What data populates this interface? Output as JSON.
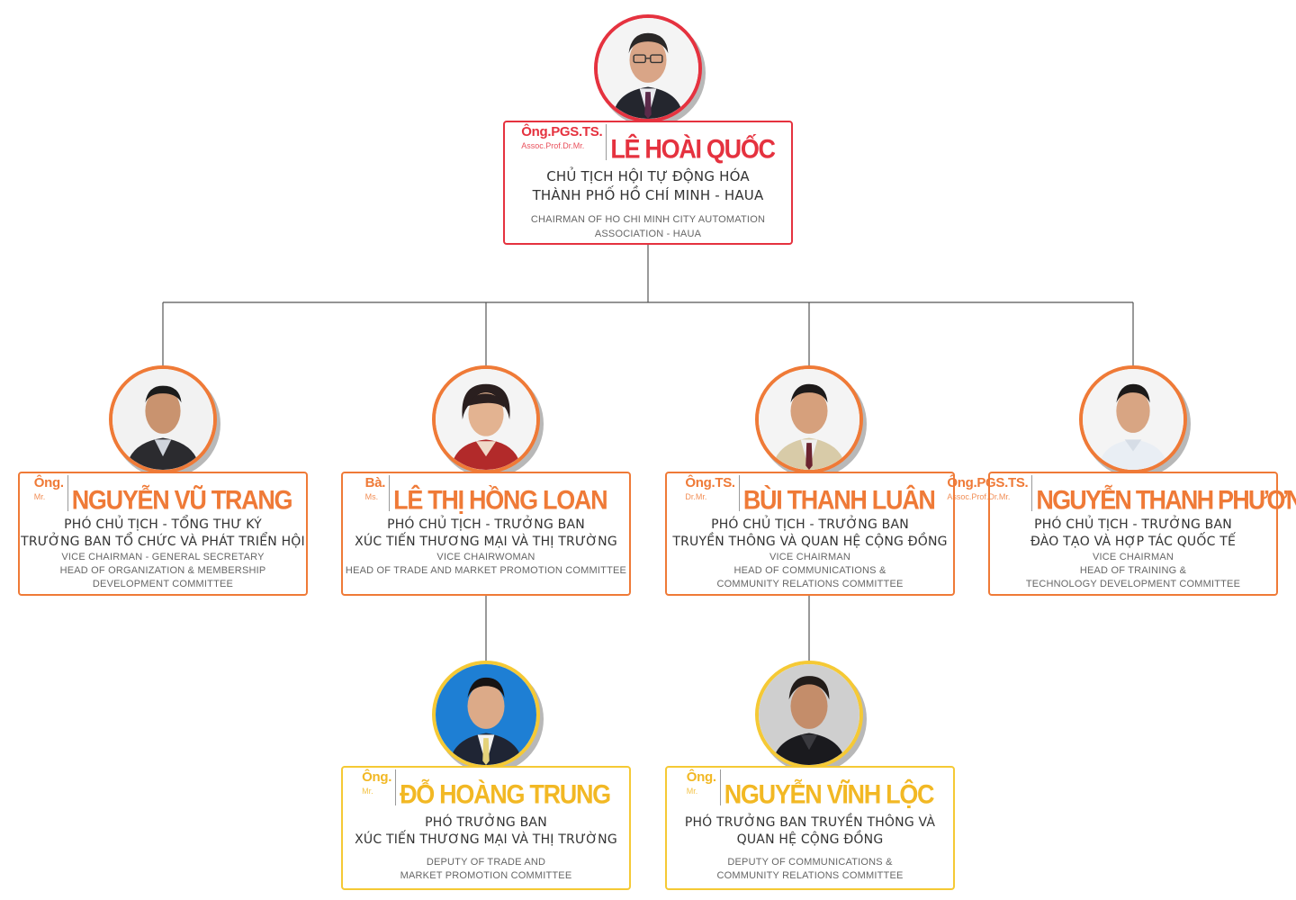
{
  "colors": {
    "red": "#e5323f",
    "orange": "#ef7a37",
    "yellow": "#f5c935",
    "line": "#555555"
  },
  "chairman": {
    "title_vn": "Ông.PGS.TS.",
    "title_en": "Assoc.Prof.Dr.Mr.",
    "name": "LÊ HOÀI QUỐC",
    "role_vn": [
      "CHỦ TỊCH HỘI TỰ ĐỘNG HÓA",
      "THÀNH PHỐ HỒ CHÍ MINH - HAUA"
    ],
    "role_en": [
      "CHAIRMAN OF HO CHI MINH CITY AUTOMATION",
      "ASSOCIATION - HAUA"
    ]
  },
  "vice": [
    {
      "title_vn": "Ông.",
      "title_en": "Mr.",
      "name": "NGUYỄN VŨ TRANG",
      "role_vn": [
        "PHÓ CHỦ TỊCH - TỔNG THƯ KÝ",
        "TRƯỞNG BAN TỔ CHỨC VÀ PHÁT TRIỂN HỘI"
      ],
      "role_en": [
        "VICE CHAIRMAN - GENERAL SECRETARY",
        "HEAD OF ORGANIZATION & MEMBERSHIP",
        "DEVELOPMENT COMMITTEE"
      ]
    },
    {
      "title_vn": "Bà.",
      "title_en": "Ms.",
      "name": "LÊ THỊ HỒNG LOAN",
      "role_vn": [
        "PHÓ CHỦ TỊCH - TRƯỞNG BAN",
        "XÚC TIẾN THƯƠNG MẠI VÀ THỊ TRƯỜNG"
      ],
      "role_en": [
        "VICE CHAIRWOMAN",
        "HEAD OF TRADE AND MARKET PROMOTION COMMITTEE",
        ""
      ]
    },
    {
      "title_vn": "Ông.TS.",
      "title_en": "Dr.Mr.",
      "name": "BÙI THANH LUÂN",
      "role_vn": [
        "PHÓ CHỦ TỊCH - TRƯỞNG BAN",
        "TRUYỀN THÔNG VÀ QUAN HỆ CỘNG ĐỒNG"
      ],
      "role_en": [
        "VICE CHAIRMAN",
        "HEAD OF COMMUNICATIONS &",
        "COMMUNITY RELATIONS COMMITTEE"
      ]
    },
    {
      "title_vn": "Ông.PGS.TS.",
      "title_en": "Assoc.Prof.Dr.Mr.",
      "name": "NGUYỄN THANH PHƯƠNG",
      "role_vn": [
        "PHÓ CHỦ TỊCH - TRƯỞNG BAN",
        "ĐÀO TẠO VÀ HỢP TÁC QUỐC TẾ"
      ],
      "role_en": [
        "VICE CHAIRMAN",
        "HEAD OF TRAINING &",
        "TECHNOLOGY DEVELOPMENT COMMITTEE"
      ]
    }
  ],
  "deputies": [
    {
      "title_vn": "Ông.",
      "title_en": "Mr.",
      "name": "ĐỖ HOÀNG TRUNG",
      "role_vn": [
        "PHÓ TRƯỞNG BAN",
        "XÚC TIẾN THƯƠNG MẠI VÀ THỊ TRƯỜNG"
      ],
      "role_en": [
        "DEPUTY OF TRADE AND",
        "MARKET PROMOTION COMMITTEE"
      ]
    },
    {
      "title_vn": "Ông.",
      "title_en": "Mr.",
      "name": "NGUYỄN VĨNH LỘC",
      "role_vn": [
        "PHÓ TRƯỞNG BAN TRUYỀN THÔNG VÀ",
        "QUAN HỆ CỘNG ĐỒNG"
      ],
      "role_en": [
        "DEPUTY OF COMMUNICATIONS &",
        "COMMUNITY RELATIONS COMMITTEE"
      ]
    }
  ]
}
